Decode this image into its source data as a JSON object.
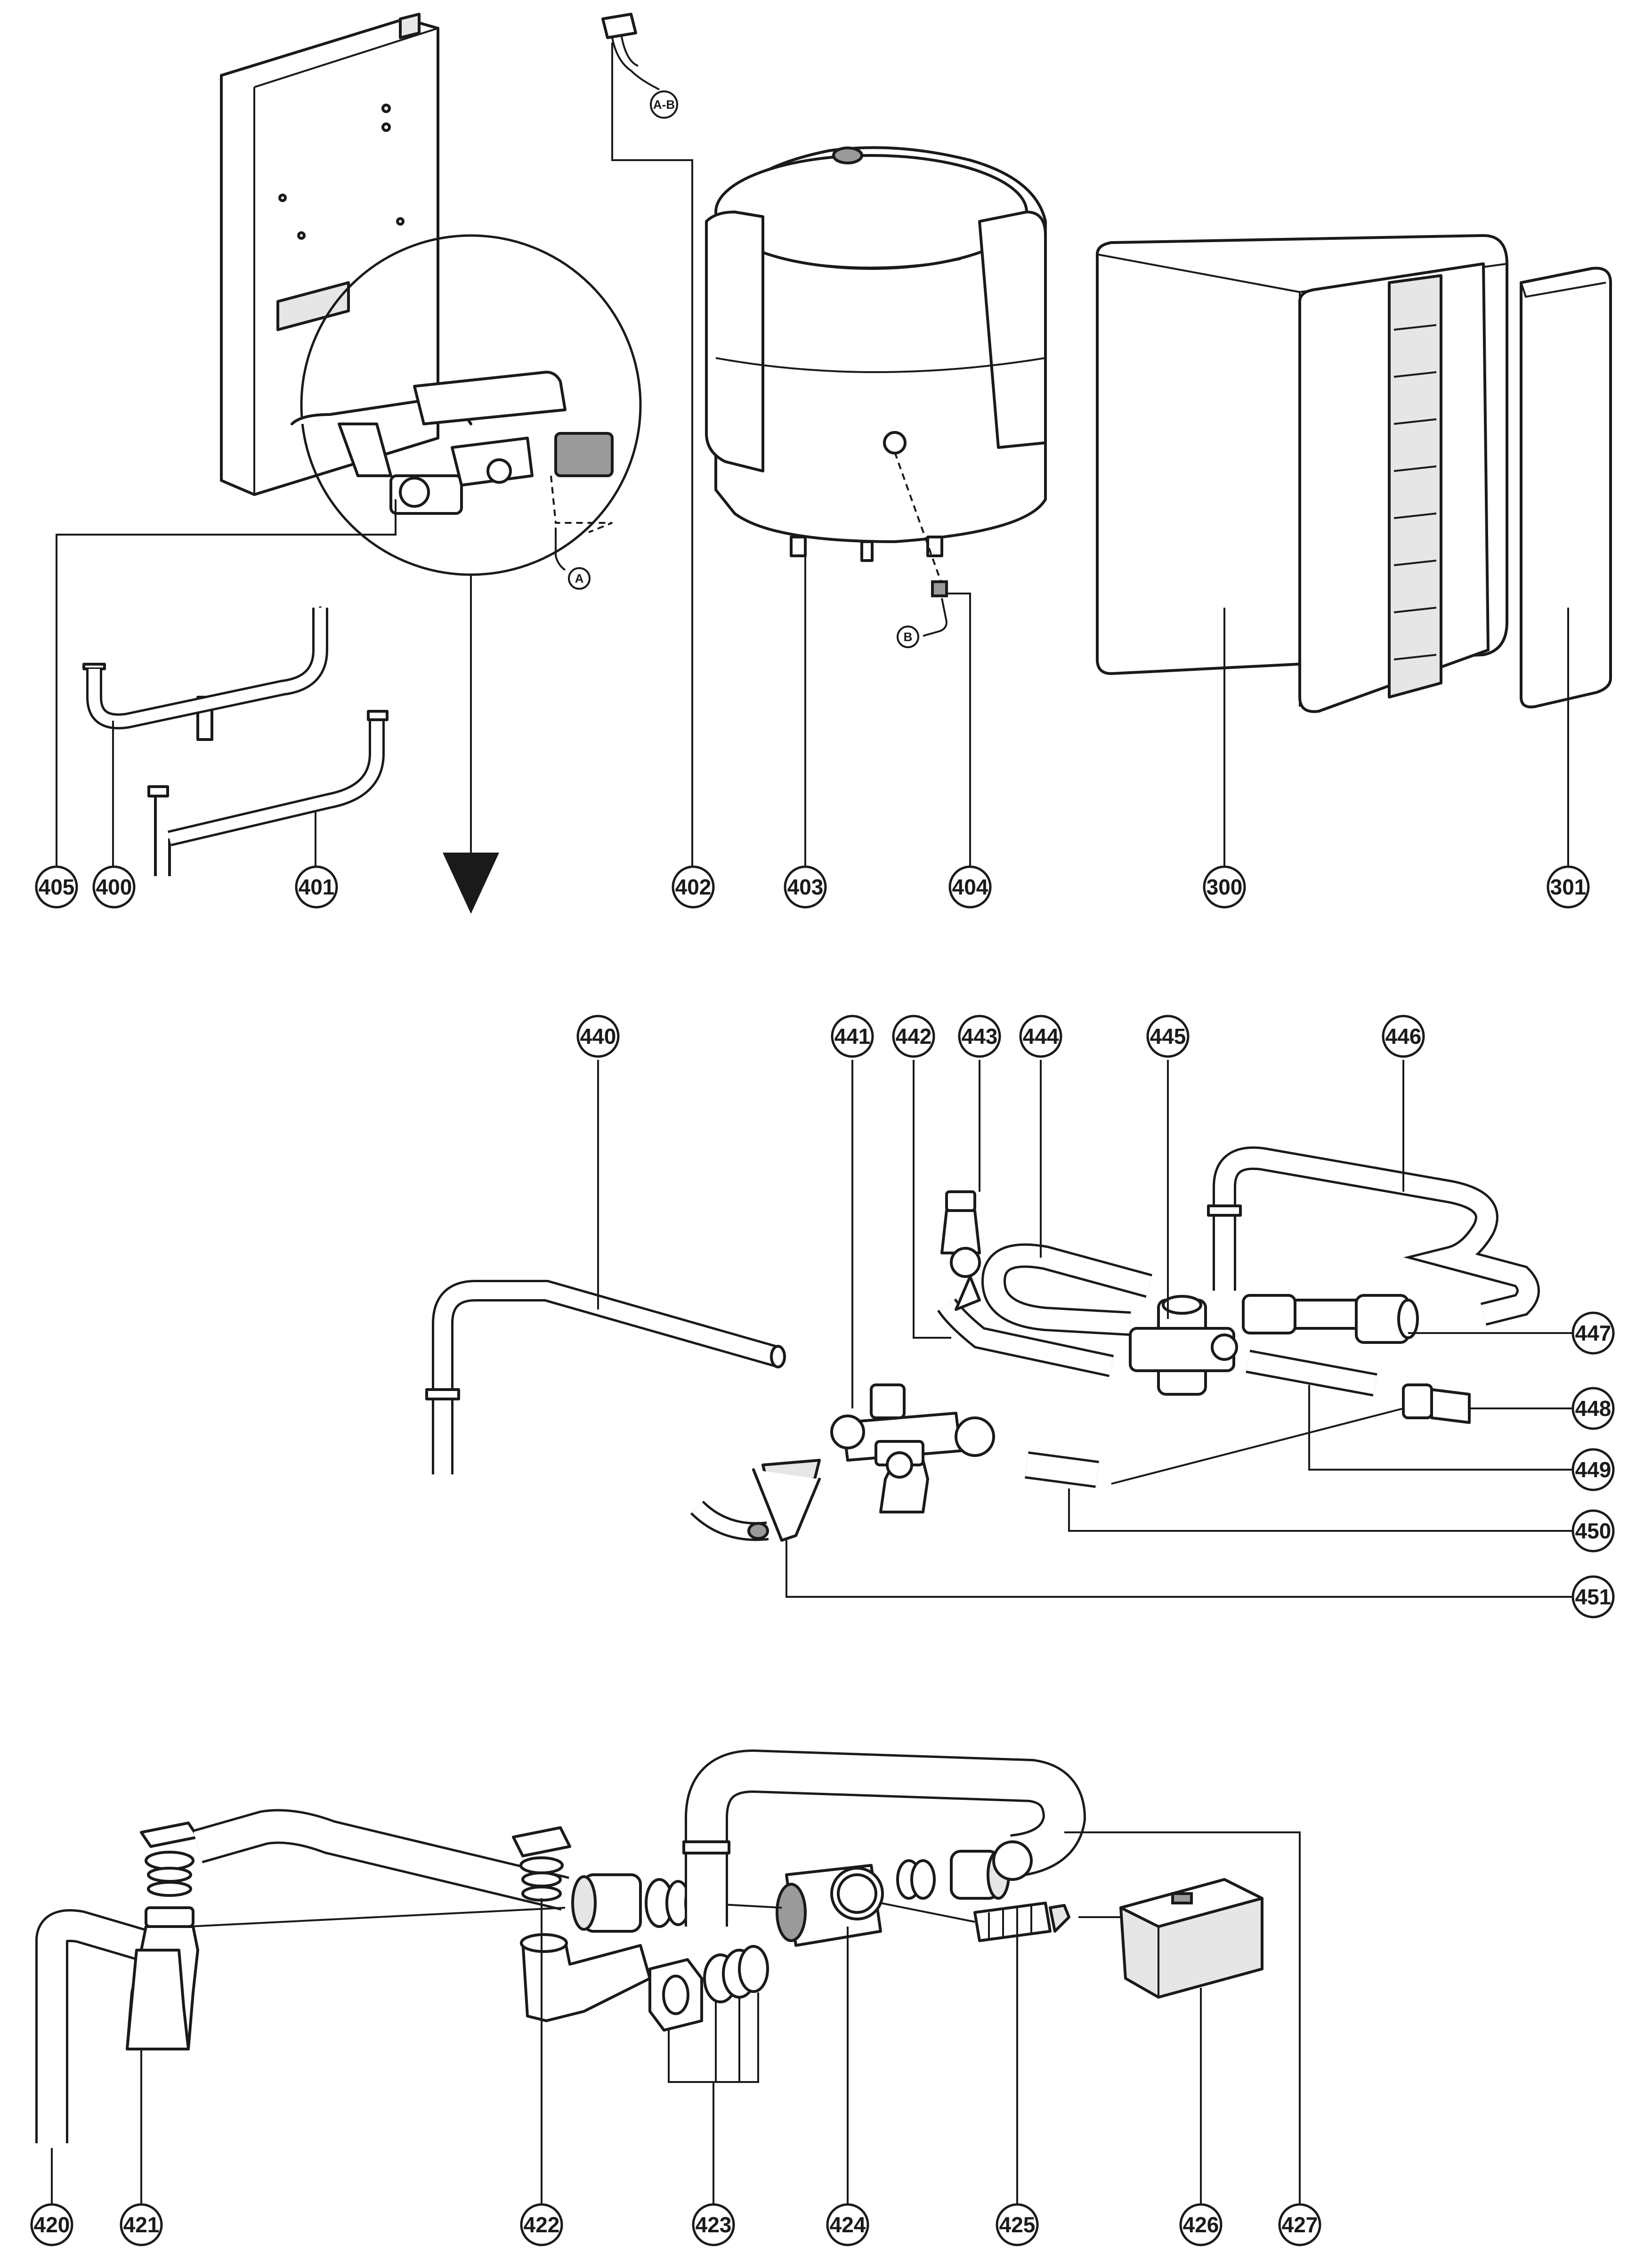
{
  "callouts": {
    "c405": "405",
    "c400": "400",
    "c401": "401",
    "c402": "402",
    "c403": "403",
    "c404": "404",
    "c300": "300",
    "c301": "301",
    "c440": "440",
    "c441": "441",
    "c442": "442",
    "c443": "443",
    "c444": "444",
    "c445": "445",
    "c446": "446",
    "c447": "447",
    "c448": "448",
    "c449": "449",
    "c450": "450",
    "c451": "451",
    "c420": "420",
    "c421": "421",
    "c422": "422",
    "c423": "423",
    "c424": "424",
    "c425": "425",
    "c426": "426",
    "c427": "427"
  },
  "connectors": {
    "a": "A",
    "b": "B",
    "ab": "A-B"
  },
  "colors": {
    "line": "#1a1a1a",
    "fill": "#ffffff",
    "shade": "#e6e6e6"
  }
}
